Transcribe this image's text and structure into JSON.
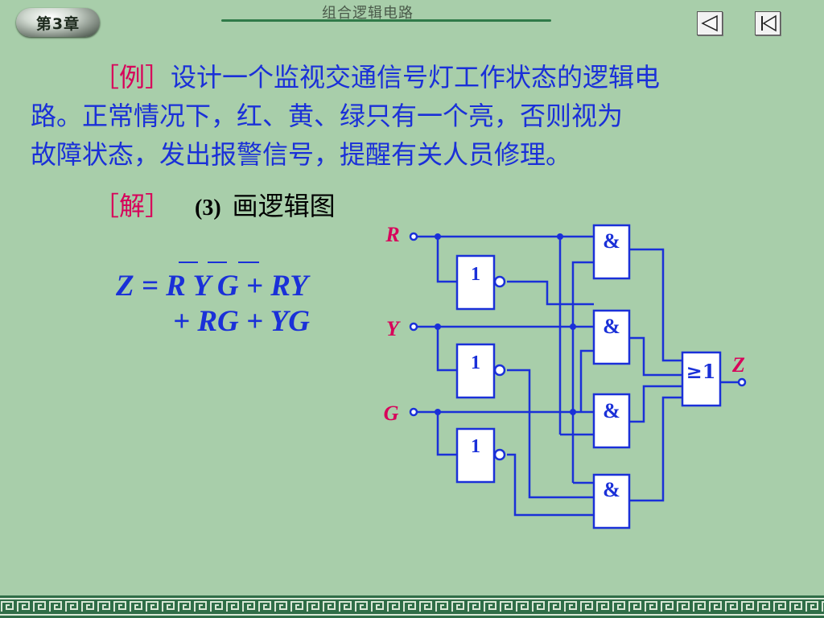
{
  "header": {
    "chapter_badge": "第3章",
    "title": "组合逻辑电路"
  },
  "nav": {
    "prev_icon": "triangle-left-icon",
    "first_icon": "skip-first-icon"
  },
  "problem": {
    "tag": "［例］",
    "line1": "设计一个监视交通信号灯工作状态的逻辑电",
    "line2": "路。正常情况下，红、黄、绿只有一个亮，否则视为",
    "line3": "故障状态，发出报警信号，提醒有关人员修理。"
  },
  "solution": {
    "tag": "［解］",
    "step": "(3)",
    "title": "画逻辑图"
  },
  "formula": {
    "line1": "Z = R Y G + RY",
    "line2": "+ RG + YG"
  },
  "circuit": {
    "inputs": [
      "R",
      "Y",
      "G"
    ],
    "output": "Z",
    "not_label": "1",
    "and_label": "&",
    "or_label": "≥1"
  },
  "colors": {
    "background": "#a8ceaa",
    "text_blue": "#1a30d8",
    "tag_pink": "#d8005a",
    "wire_blue": "#1a30d8",
    "gate_fill": "#ffffff"
  }
}
